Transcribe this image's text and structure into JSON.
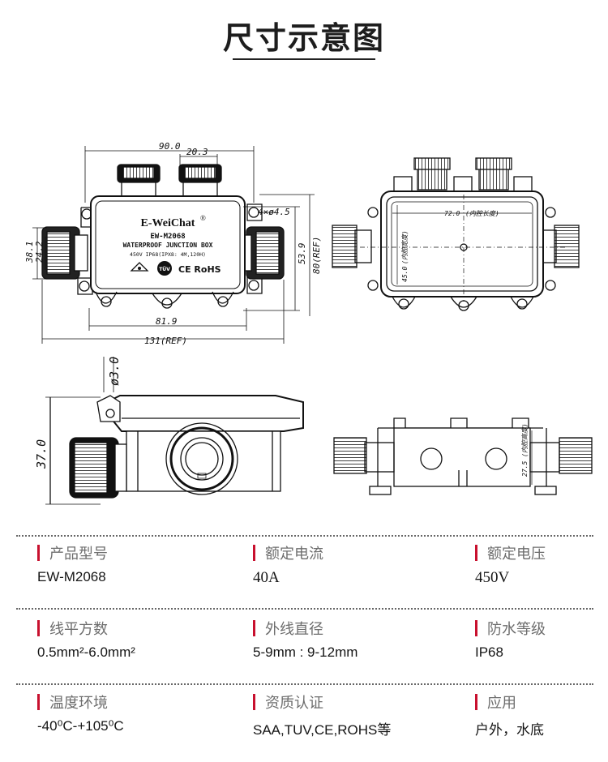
{
  "page_title": "尺寸示意图",
  "drawing": {
    "box_label": {
      "brand": "E-WeiChat",
      "brand_mark": "®",
      "model": "EW-M2068",
      "product": "WATERPROOF JUNCTION BOX",
      "rating_line": "450V  IP68(IPX8: 4M,120H)",
      "tuv": "TÜV",
      "ce_rohs": "CE RoHS"
    },
    "dims": {
      "w90": "90.0",
      "w20": "20.3",
      "holes": "4×ø4.5",
      "h381": "38.1",
      "h242": "24.2",
      "h539": "53.9",
      "h80": "80(REF)",
      "w819": "81.9",
      "w131": "131(REF)",
      "in72": "72.0",
      "in72_note": "(内腔长度)",
      "in45": "45.0",
      "in45_note": "(内腔宽度)",
      "d30": "ø3.0",
      "h370": "37.0",
      "h275": "27.5",
      "h275_note": "(内腔高度)"
    }
  },
  "specs": [
    {
      "label": "产品型号",
      "value": "EW-M2068"
    },
    {
      "label": "额定电流",
      "value": "40A"
    },
    {
      "label": "额定电压",
      "value": "450V"
    },
    {
      "label": "线平方数",
      "value": "0.5mm²-6.0mm²"
    },
    {
      "label": "外线直径",
      "value": "5-9mm : 9-12mm"
    },
    {
      "label": "防水等级",
      "value": "IP68"
    },
    {
      "label": "温度环境",
      "value": "-40⁰C-+105⁰C"
    },
    {
      "label": "资质认证",
      "value": "SAA,TUV,CE,ROHS等"
    },
    {
      "label": "应用",
      "value": "户外，水底"
    }
  ]
}
